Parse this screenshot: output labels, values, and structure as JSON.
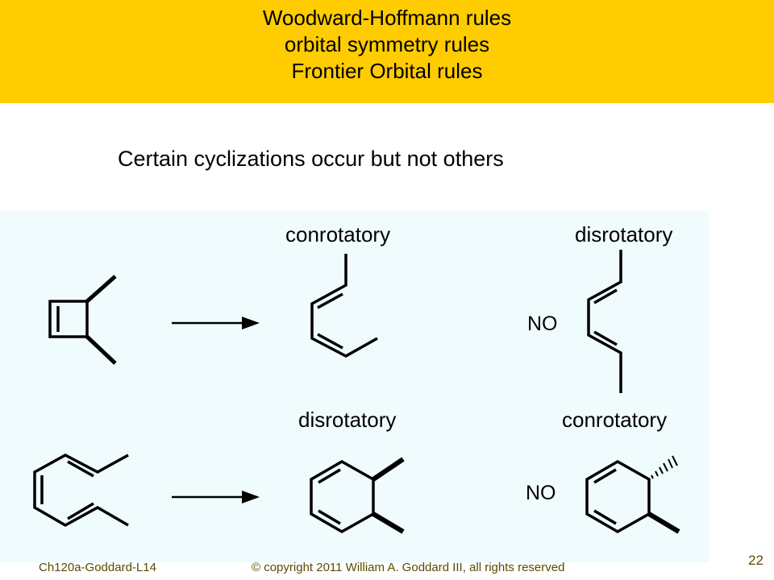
{
  "header": {
    "line1": "Woodward-Hoffmann rules",
    "line2": "orbital symmetry rules",
    "line3": "Frontier Orbital rules",
    "background": "#FFCC00"
  },
  "subtitle": "Certain cyclizations occur but not others",
  "panel": {
    "background": "#F0FBFE",
    "top_row": {
      "left_label": "conrotatory",
      "right_label": "disrotatory",
      "no_label": "NO"
    },
    "bottom_row": {
      "left_label": "disrotatory",
      "right_label": "conrotatory",
      "no_label": "NO"
    }
  },
  "footer": {
    "course": "Ch120a-Goddard-L14",
    "copyright": "© copyright 2011 William A. Goddard III, all rights reserved",
    "page_number": "22"
  }
}
